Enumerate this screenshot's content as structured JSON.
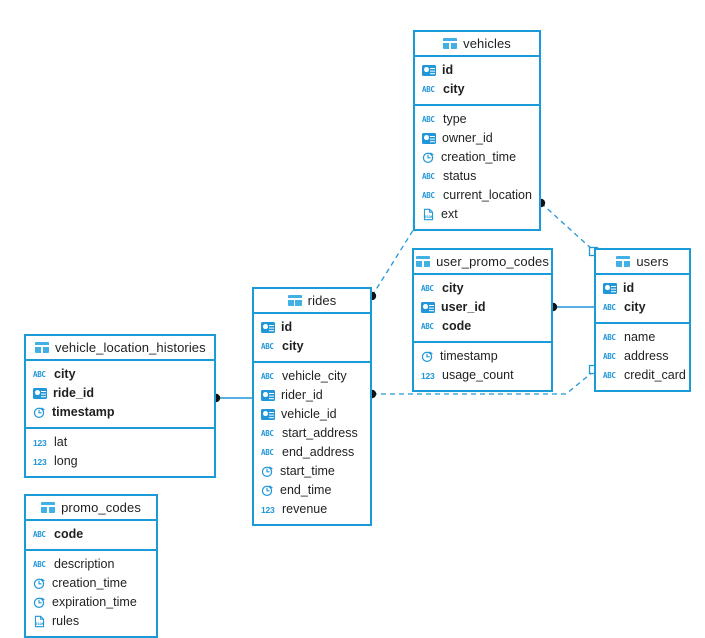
{
  "diagram": {
    "title": "database-schema-er-diagram",
    "accent_color": "#1b9ad8",
    "icon_color": "#2196d8",
    "background": "#ffffff",
    "edge_color": "#2196d8"
  },
  "icons": {
    "table": "table-icon",
    "key": "id-card-icon",
    "string": "abc-string-icon",
    "number": "123-number-icon",
    "timestamp": "clock-icon",
    "json": "json-file-icon"
  },
  "tables": [
    {
      "id": "vehicles",
      "name": "vehicles",
      "keys": [
        {
          "name": "id",
          "type": "key"
        },
        {
          "name": "city",
          "type": "string"
        }
      ],
      "columns": [
        {
          "name": "type",
          "type": "string"
        },
        {
          "name": "owner_id",
          "type": "key"
        },
        {
          "name": "creation_time",
          "type": "timestamp"
        },
        {
          "name": "status",
          "type": "string"
        },
        {
          "name": "current_location",
          "type": "string"
        },
        {
          "name": "ext",
          "type": "json"
        }
      ]
    },
    {
      "id": "user_promo_codes",
      "name": "user_promo_codes",
      "keys": [
        {
          "name": "city",
          "type": "string"
        },
        {
          "name": "user_id",
          "type": "key"
        },
        {
          "name": "code",
          "type": "string"
        }
      ],
      "columns": [
        {
          "name": "timestamp",
          "type": "timestamp"
        },
        {
          "name": "usage_count",
          "type": "number"
        }
      ]
    },
    {
      "id": "users",
      "name": "users",
      "keys": [
        {
          "name": "id",
          "type": "key"
        },
        {
          "name": "city",
          "type": "string"
        }
      ],
      "columns": [
        {
          "name": "name",
          "type": "string"
        },
        {
          "name": "address",
          "type": "string"
        },
        {
          "name": "credit_card",
          "type": "string"
        }
      ]
    },
    {
      "id": "rides",
      "name": "rides",
      "keys": [
        {
          "name": "id",
          "type": "key"
        },
        {
          "name": "city",
          "type": "string"
        }
      ],
      "columns": [
        {
          "name": "vehicle_city",
          "type": "string"
        },
        {
          "name": "rider_id",
          "type": "key"
        },
        {
          "name": "vehicle_id",
          "type": "key"
        },
        {
          "name": "start_address",
          "type": "string"
        },
        {
          "name": "end_address",
          "type": "string"
        },
        {
          "name": "start_time",
          "type": "timestamp"
        },
        {
          "name": "end_time",
          "type": "timestamp"
        },
        {
          "name": "revenue",
          "type": "number"
        }
      ]
    },
    {
      "id": "vehicle_location_histories",
      "name": "vehicle_location_histories",
      "keys": [
        {
          "name": "city",
          "type": "string"
        },
        {
          "name": "ride_id",
          "type": "key"
        },
        {
          "name": "timestamp",
          "type": "timestamp"
        }
      ],
      "columns": [
        {
          "name": "lat",
          "type": "number"
        },
        {
          "name": "long",
          "type": "number"
        }
      ]
    },
    {
      "id": "promo_codes",
      "name": "promo_codes",
      "keys": [
        {
          "name": "code",
          "type": "string"
        }
      ],
      "columns": [
        {
          "name": "description",
          "type": "string"
        },
        {
          "name": "creation_time",
          "type": "timestamp"
        },
        {
          "name": "expiration_time",
          "type": "timestamp"
        },
        {
          "name": "rules",
          "type": "json"
        }
      ]
    }
  ],
  "relationships": [
    {
      "id": "rel-rides-vehicles",
      "from": "rides",
      "to": "vehicles",
      "style": "dashed"
    },
    {
      "id": "rel-users-vehicles",
      "from": "vehicles",
      "to": "users",
      "style": "dashed"
    },
    {
      "id": "rel-rides-users",
      "from": "rides",
      "to": "users",
      "style": "dashed"
    },
    {
      "id": "rel-upc-users",
      "from": "user_promo_codes",
      "to": "users",
      "style": "solid"
    },
    {
      "id": "rel-vlh-rides",
      "from": "vehicle_location_histories",
      "to": "rides",
      "style": "solid"
    }
  ]
}
